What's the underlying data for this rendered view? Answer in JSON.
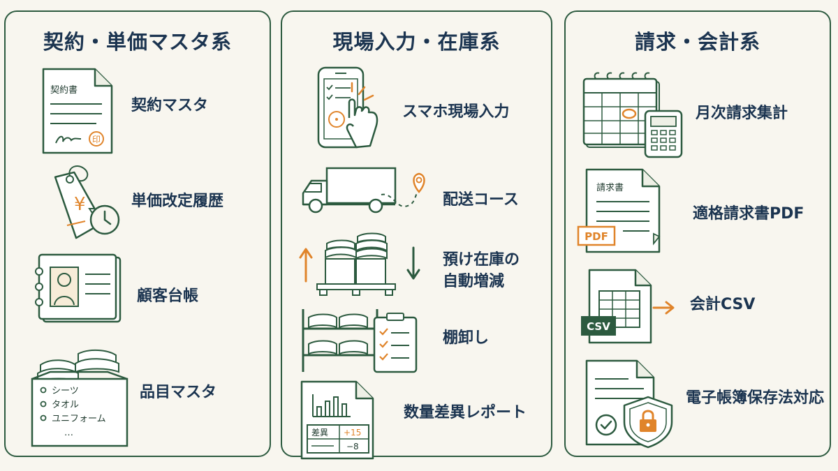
{
  "columns": [
    {
      "title": "契約・単価マスタ系",
      "items": [
        {
          "label": "契約マスタ",
          "icon": "contract-document-icon",
          "icon_text": "契約書",
          "stamp": "印"
        },
        {
          "label": "単価改定履歴",
          "icon": "price-tag-clock-icon",
          "icon_text": "¥"
        },
        {
          "label": "顧客台帳",
          "icon": "customer-ledger-icon"
        },
        {
          "label": "品目マスタ",
          "icon": "item-box-icon",
          "list": [
            "シーツ",
            "タオル",
            "ユニフォーム",
            "…"
          ]
        }
      ]
    },
    {
      "title": "現場入力・在庫系",
      "items": [
        {
          "label": "スマホ現場入力",
          "icon": "smartphone-input-icon"
        },
        {
          "label": "配送コース",
          "icon": "delivery-truck-route-icon"
        },
        {
          "label": "預け在庫の\n自動増減",
          "icon": "pallet-stock-arrows-icon"
        },
        {
          "label": "棚卸し",
          "icon": "shelf-clipboard-icon"
        },
        {
          "label": "数量差異レポート",
          "icon": "variance-report-icon",
          "table_label": "差異",
          "plus": "+15",
          "minus": "−8"
        }
      ]
    },
    {
      "title": "請求・会計系",
      "items": [
        {
          "label": "月次請求集計",
          "icon": "calendar-calculator-icon"
        },
        {
          "label": "適格請求書PDF",
          "icon": "invoice-pdf-icon",
          "icon_text": "請求書",
          "badge": "PDF"
        },
        {
          "label": "会計CSV",
          "icon": "csv-export-icon",
          "badge": "CSV"
        },
        {
          "label": "電子帳簿保存法対応",
          "icon": "secure-document-icon"
        }
      ]
    }
  ],
  "colors": {
    "ink": "#2c5a3f",
    "title": "#1b3450",
    "accent": "#e0842a",
    "bg": "#f8f6ef"
  }
}
